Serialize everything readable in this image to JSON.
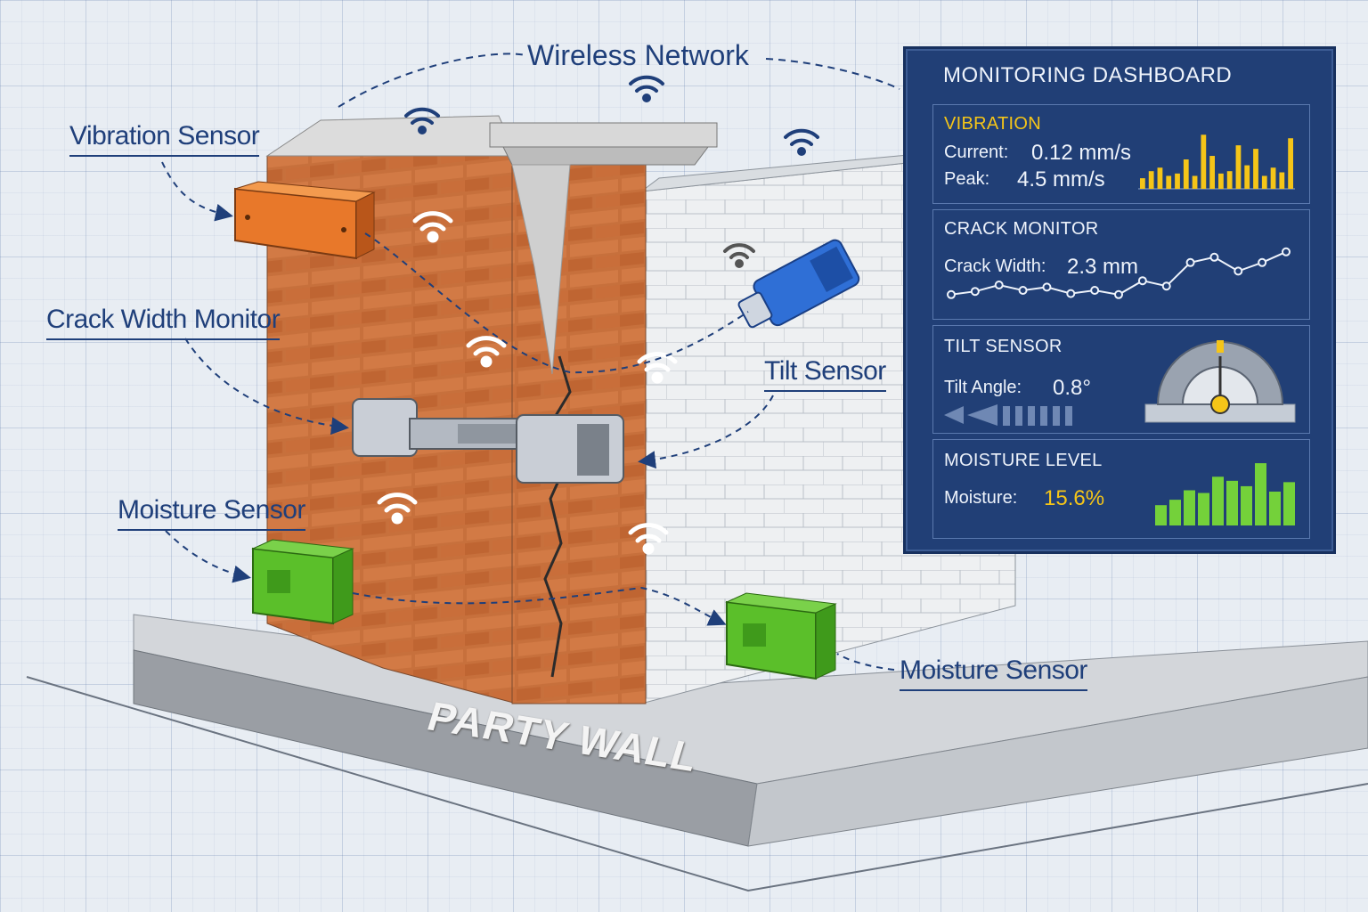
{
  "network": {
    "label": "Wireless Network"
  },
  "callouts": {
    "vibration": "Vibration Sensor",
    "crack": "Crack Width Monitor",
    "moisture_left": "Moisture Sensor",
    "tilt": "Tilt Sensor",
    "moisture_right": "Moisture Sensor"
  },
  "wall_label": "PARTY WALL",
  "dashboard": {
    "title": "MONITORING DASHBOARD",
    "vibration": {
      "title": "VIBRATION",
      "current_label": "Current:",
      "current_value": "0.12 mm/s",
      "peak_label": "Peak:",
      "peak_value": "4.5 mm/s",
      "bars": [
        0.18,
        0.3,
        0.36,
        0.22,
        0.26,
        0.5,
        0.22,
        0.92,
        0.56,
        0.26,
        0.3,
        0.74,
        0.4,
        0.68,
        0.22,
        0.36,
        0.28,
        0.86
      ]
    },
    "crack": {
      "title": "CRACK MONITOR",
      "width_label": "Crack Width:",
      "width_value": "2.3 mm",
      "trend": [
        0.12,
        0.18,
        0.3,
        0.2,
        0.26,
        0.14,
        0.2,
        0.12,
        0.38,
        0.28,
        0.72,
        0.82,
        0.56,
        0.72,
        0.92
      ]
    },
    "tilt": {
      "title": "TILT SENSOR",
      "angle_label": "Tilt Angle:",
      "angle_value": "0.8°"
    },
    "moisture": {
      "title": "MOISTURE LEVEL",
      "moisture_label": "Moisture:",
      "moisture_value": "15.6%",
      "bars": [
        0.3,
        0.38,
        0.52,
        0.48,
        0.72,
        0.66,
        0.58,
        0.92,
        0.5,
        0.64
      ]
    },
    "colors": {
      "accent": "#f5c518",
      "panel": "#213f76",
      "moisture": "#74d13a"
    }
  }
}
